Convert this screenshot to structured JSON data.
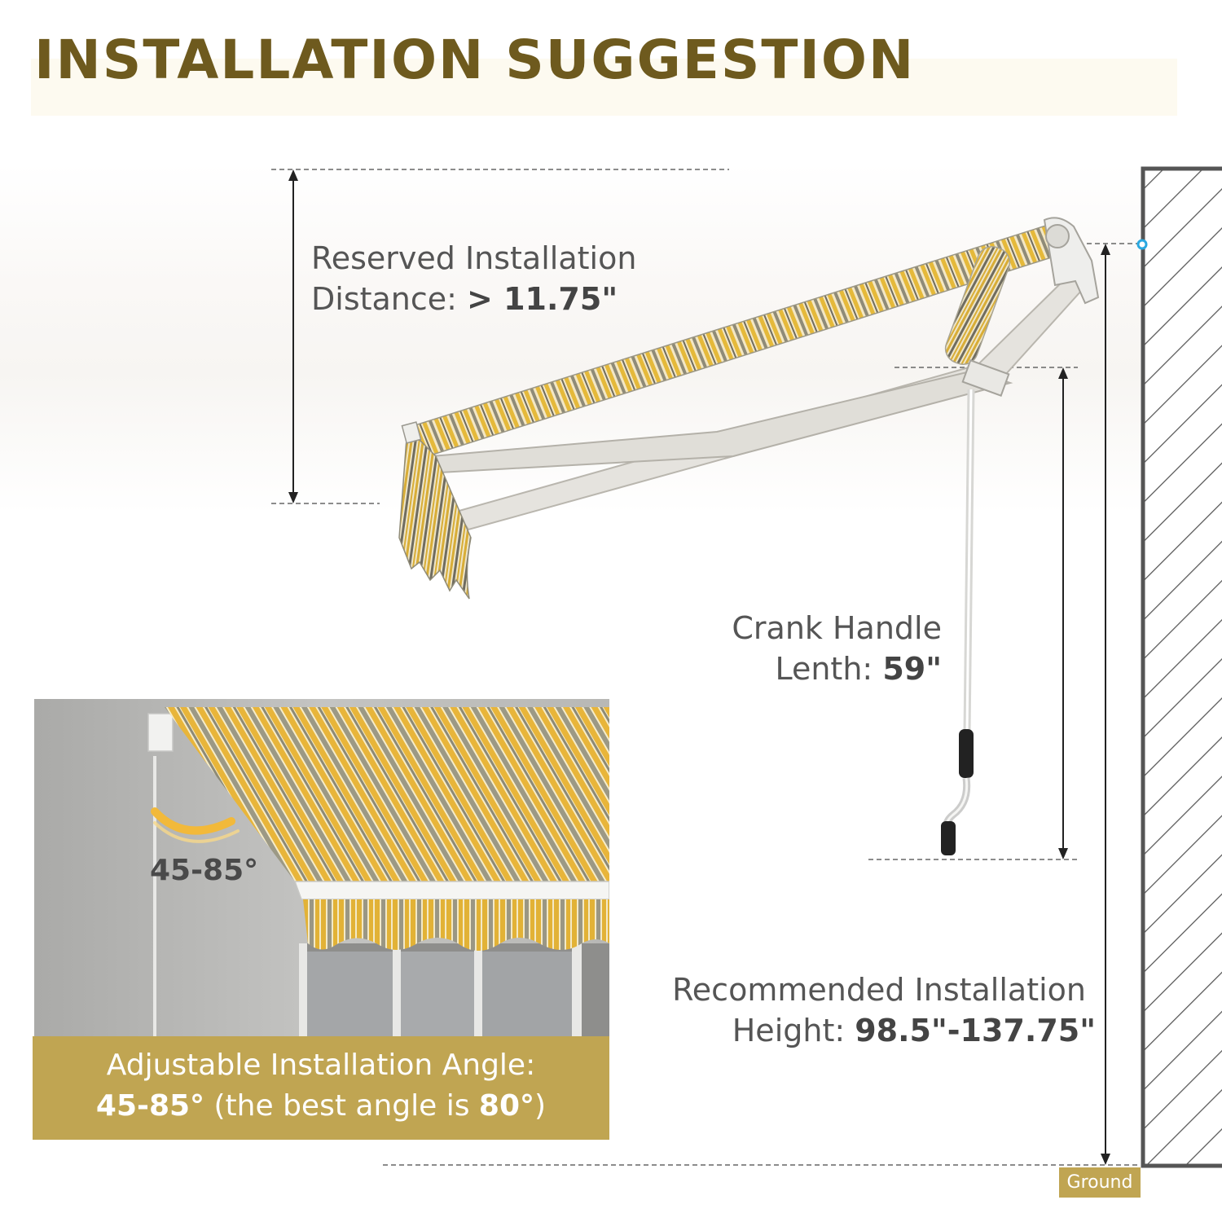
{
  "title": "INSTALLATION SUGGESTION",
  "reserved": {
    "line1": "Reserved Installation",
    "prefix": "Distance: ",
    "value": "> 11.75\""
  },
  "crank": {
    "line1": "Crank Handle",
    "prefix": "Lenth: ",
    "value": "59\""
  },
  "height": {
    "line1": "Recommended Installation",
    "prefix": "Height: ",
    "value": "98.5\"-137.75\""
  },
  "inset": {
    "angle_label": "45-85°"
  },
  "caption": {
    "line1": "Adjustable Installation Angle:",
    "range": "45-85°",
    "middle": " (the best angle is ",
    "best": "80°",
    "end": ")"
  },
  "ground": "Ground",
  "colors": {
    "title": "#6e5a1e",
    "gold": "#c0a552",
    "stripe_yellow": "#e8bb3a",
    "stripe_gray": "#9a9782",
    "wall_outline": "#555555"
  }
}
